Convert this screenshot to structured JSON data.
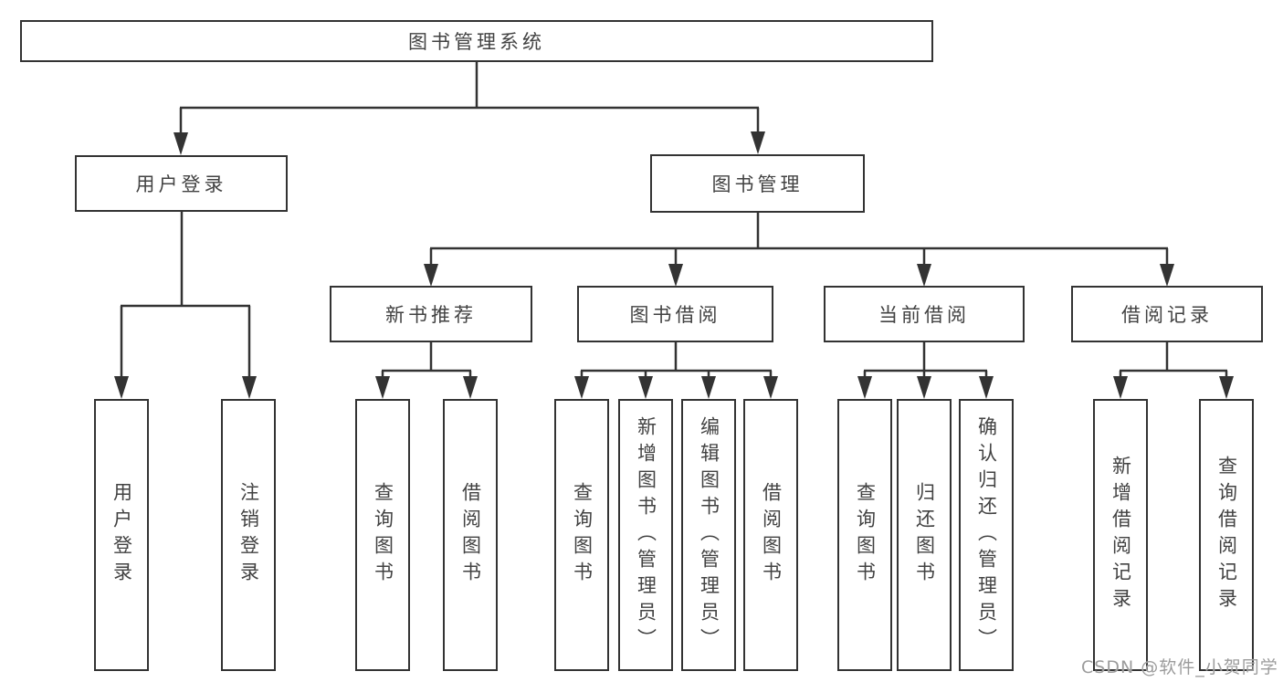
{
  "tree": {
    "root": "图书管理系统",
    "branches": [
      {
        "label": "用户登录",
        "leaves": [
          "用户登录",
          "注销登录"
        ]
      },
      {
        "label": "图书管理",
        "children": [
          {
            "label": "新书推荐",
            "leaves": [
              "查询图书",
              "借阅图书"
            ]
          },
          {
            "label": "图书借阅",
            "leaves": [
              "查询图书",
              "新增图书（管理员）",
              "编辑图书（管理员）",
              "借阅图书"
            ]
          },
          {
            "label": "当前借阅",
            "leaves": [
              "查询图书",
              "归还图书",
              "确认归还（管理员）"
            ]
          },
          {
            "label": "借阅记录",
            "leaves": [
              "新增借阅记录",
              "查询借阅记录"
            ]
          }
        ]
      }
    ]
  },
  "watermark": "CSDN @软件_小贺同学",
  "colors": {
    "line": "#333333",
    "text": "#424242",
    "background": "#ffffff",
    "watermark": "#9c9c9c"
  }
}
